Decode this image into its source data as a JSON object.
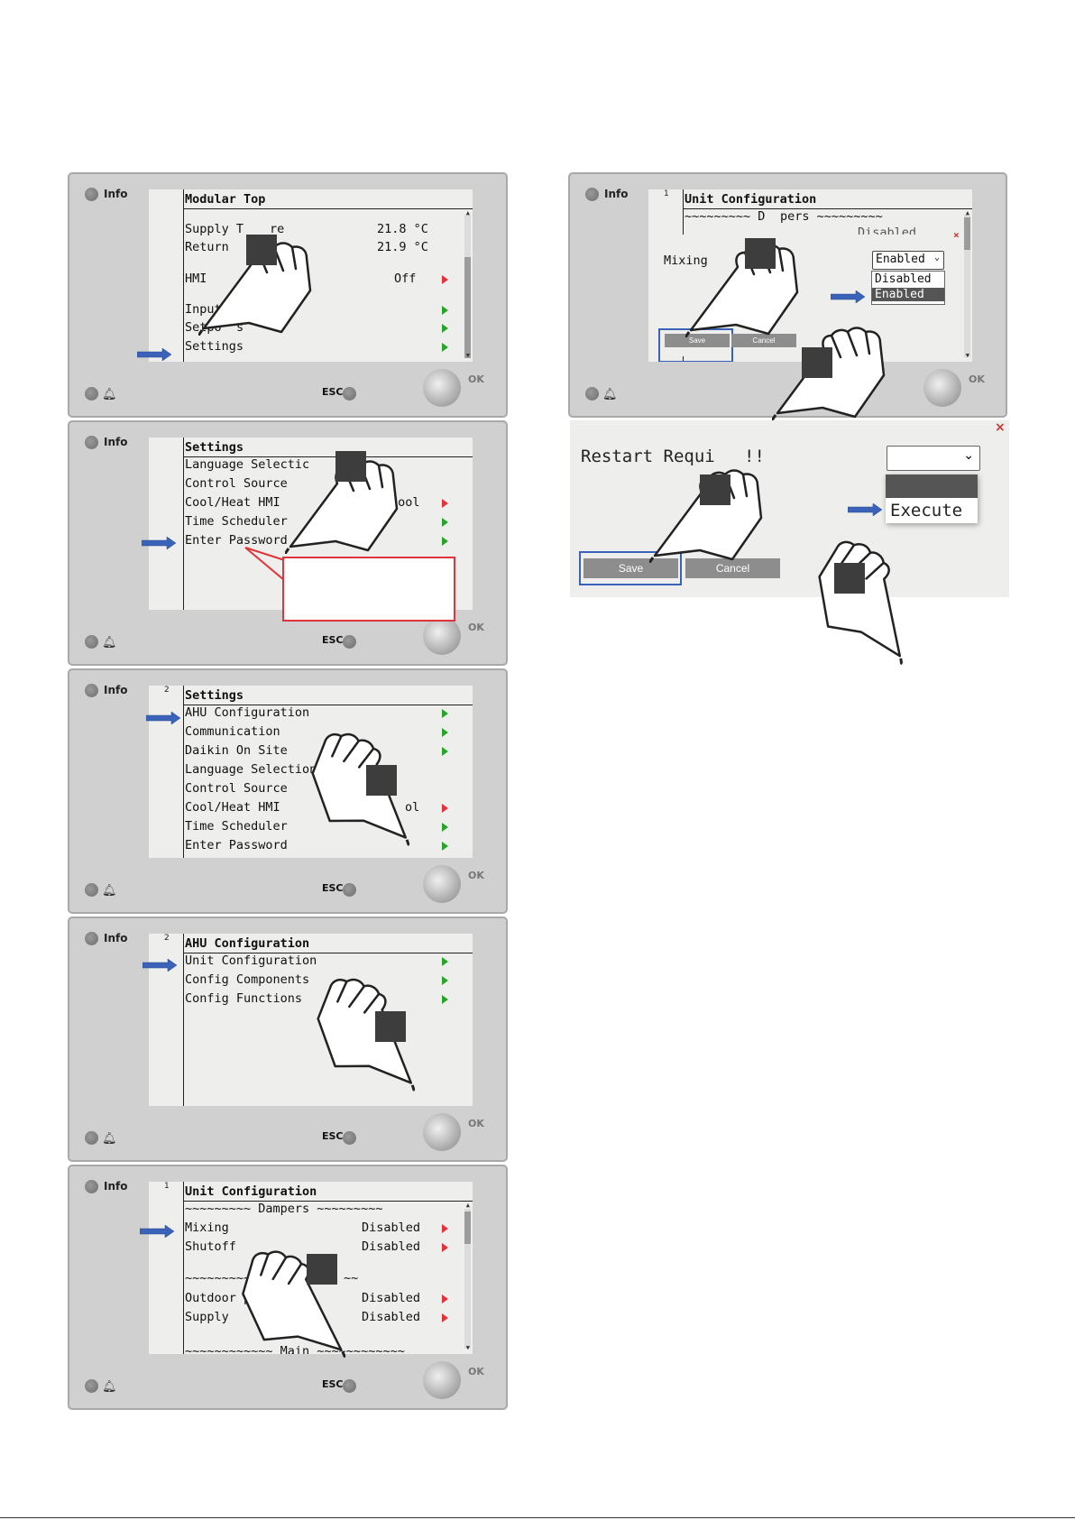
{
  "common": {
    "info_label": "Info",
    "esc_label": "ESC",
    "ok_label": "OK",
    "bell_icon": "bell-icon"
  },
  "panel1": {
    "title": "Modular Top",
    "rows": [
      {
        "label": "Supply T",
        "extra": "re",
        "value": "21.8 °C"
      },
      {
        "label": "Return",
        "extra": "re",
        "value": "21.9 °C"
      },
      {
        "label": "HMI",
        "value": "Off"
      },
      {
        "label": "Input/C",
        "extra": "ut"
      },
      {
        "label": "Setpo",
        "extra": "s"
      },
      {
        "label": "Settings"
      }
    ]
  },
  "panel2": {
    "title": "Settings",
    "rows": [
      {
        "label": "Language Selectic"
      },
      {
        "label": "Control Source"
      },
      {
        "label": "Cool/Heat HMI",
        "value": "Cool"
      },
      {
        "label": "Time Scheduler"
      },
      {
        "label": "Enter Password"
      }
    ]
  },
  "panel3": {
    "page": "2",
    "title": "Settings",
    "rows": [
      {
        "label": "AHU Configuration"
      },
      {
        "label": "Communication"
      },
      {
        "label": "Daikin On Site"
      },
      {
        "label": "Language Selection"
      },
      {
        "label": "Control Source"
      },
      {
        "label": "Cool/Heat HMI",
        "value": "ol"
      },
      {
        "label": "Time Scheduler"
      },
      {
        "label": "Enter Password"
      }
    ]
  },
  "panel4": {
    "page": "2",
    "title": "AHU Configuration",
    "rows": [
      {
        "label": "Unit Configuration"
      },
      {
        "label": "Config Components"
      },
      {
        "label": "Config Functions"
      }
    ]
  },
  "panel5": {
    "page": "1",
    "title": "Unit Configuration",
    "rows": [
      {
        "label": "~~~~~~~~~ Dampers ~~~~~~~~~"
      },
      {
        "label": "Mixing",
        "value": "Disabled"
      },
      {
        "label": "Shutoff",
        "value": "Disabled"
      },
      {
        "label": "~~~~~~~~~ Fi",
        "extra": "~~"
      },
      {
        "label": "Outdoor pre",
        "value": "Disabled"
      },
      {
        "label": "Supply",
        "value": "Disabled"
      },
      {
        "label": "~~~~~~~~~~~~ Main ~~~~~~~~~~~~"
      }
    ]
  },
  "panel6": {
    "page": "1",
    "title": "Unit Configuration",
    "row_top": "~~~~~~~~~ D",
    "row_top_extra": "pers ~~~~~~~~~",
    "row_peek": "Disabled",
    "dialog_label": "Mixing",
    "select_value": "Enabled",
    "options": [
      "Disabled",
      "Enabled"
    ],
    "save_label": "Save",
    "cancel_label": "Cancel",
    "close_label": "×"
  },
  "panel7": {
    "label": "Restart Requi",
    "label_extra": "!!",
    "select_value": "",
    "options": [
      "",
      "Execute"
    ],
    "save_label": "Save",
    "cancel_label": "Cancel",
    "close_label": "×"
  },
  "colors": {
    "arrow_green": "#29a329",
    "arrow_red": "#e0333b",
    "pointer_blue": "#3a62b8",
    "callout_red": "#e0333b"
  }
}
